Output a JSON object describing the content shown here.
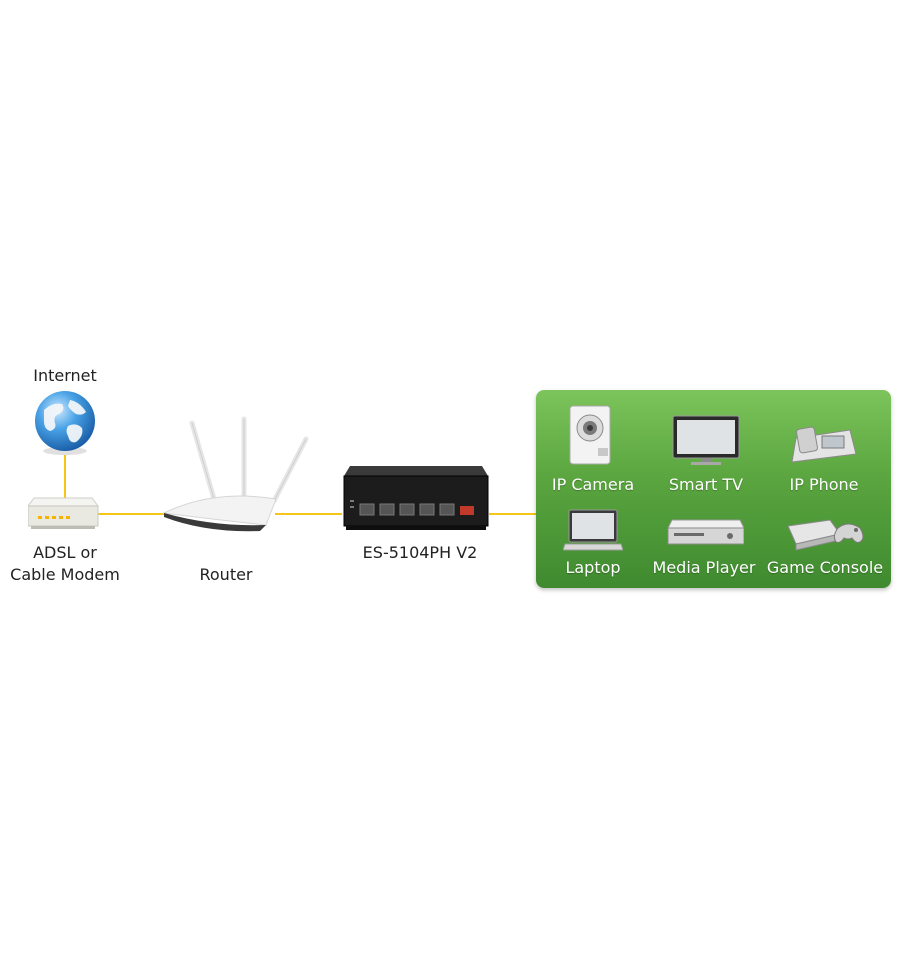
{
  "nodes": {
    "internet": "Internet",
    "modem_line1": "ADSL or",
    "modem_line2": "Cable Modem",
    "router": "Router",
    "switch": "ES-5104PH V2"
  },
  "devices": [
    {
      "label": "IP Camera",
      "icon": "ip-camera-icon"
    },
    {
      "label": "Smart TV",
      "icon": "smart-tv-icon"
    },
    {
      "label": "IP Phone",
      "icon": "ip-phone-icon"
    },
    {
      "label": "Laptop",
      "icon": "laptop-icon"
    },
    {
      "label": "Media Player",
      "icon": "media-player-icon"
    },
    {
      "label": "Game Console",
      "icon": "game-console-icon"
    }
  ],
  "colors": {
    "link": "#f5c518",
    "panel_top": "#7cc45b",
    "panel_bottom": "#3f8a2f"
  }
}
